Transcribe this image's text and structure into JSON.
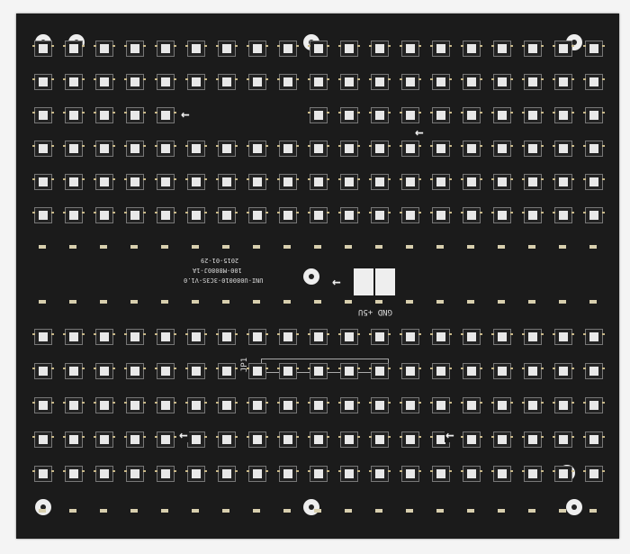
{
  "board": {
    "date": "2015-01-29",
    "part_no": "100-M8080J-1A",
    "model": "UNI-U080010-3C3S-V1.0",
    "power_label": "GND +5U",
    "connector_label": "JP1",
    "colors": {
      "substrate": "#1b1b1b",
      "pads": "#c9b98a",
      "silkscreen": "#e8e8e8"
    }
  }
}
